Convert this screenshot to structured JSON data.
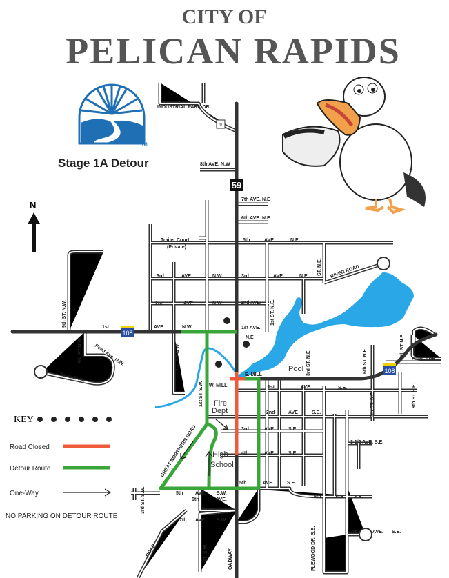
{
  "header": {
    "line1": "CITY OF",
    "line2": "PELICAN RAPIDS",
    "subtitle": "Stage 1A Detour",
    "logo_tm": "TM"
  },
  "compass": {
    "label": "N"
  },
  "shields": {
    "us59": "59",
    "hwy108_west": "108",
    "hwy108_east": "108",
    "county9": "9"
  },
  "colors": {
    "road_closed": "#ef5a3a",
    "detour_route": "#3aa63a",
    "water": "#2aa7e6",
    "logo": "#1f6fb5"
  },
  "key": {
    "title": "KEY",
    "road_closed": "Road Closed",
    "detour_route": "Detour Route",
    "one_way": "One-Way",
    "notice": "NO PARKING ON DETOUR ROUTE"
  },
  "map": {
    "labels": [
      "INDUSTRIAL PARK DR.",
      "8th AVE. N.W",
      "7th AVE. N.E",
      "6th AVE. N.E",
      "Trailer Court",
      "(Private)",
      "5th",
      "AVE.",
      "N.E.",
      "3rd",
      "AVE.",
      "N.W.",
      "3rd",
      "AVE.",
      "N.E.",
      "2nd",
      "AVE.",
      "N.W.",
      "2nd AVE.",
      "1st",
      "AVE",
      "N.W.",
      "1st AVE.",
      "N.E",
      "W. MILL",
      "E. MILL",
      "1st",
      "AVE.",
      "S.E.",
      "Pool",
      "Fire",
      "Dept",
      "2nd",
      "AVE",
      "S.E.",
      "3rd",
      "AVE.",
      "S.E.",
      "4th",
      "AVE.",
      "S.E.",
      "High",
      "School",
      "5th",
      "AVE.",
      "S.E.",
      "5th",
      "AVE.",
      "S.W.",
      "6th",
      "AVE.",
      "7th",
      "AVE.",
      "S.W.",
      "6th",
      "AVE",
      "S.E.",
      "3 1/2  AVE.  S.E.",
      "7th",
      "AVE.",
      "S.E.",
      "RIVER ROAD",
      "ANNLANE",
      "Swan Blvd.",
      "Reed Ave. N.W.",
      "9th  ST.  N.W.",
      "8th ST N.W.",
      "2nd  ST  N.W.",
      "1st  ST  S.W.",
      "GREAT NORTHERN ROAD",
      "3rd  ST.  S.W.",
      "ROAD",
      "ST.  S.W.",
      "OADWAY",
      "PLEWOOD DR.  S.E.",
      "1st  ST.  N.E.",
      "3rd ST. N.E.",
      "6th  ST.  N.E.",
      "7th ST N.E.",
      "ST. N.E.",
      "8th  ST S.E.",
      "6th  ST.  S.E."
    ]
  }
}
